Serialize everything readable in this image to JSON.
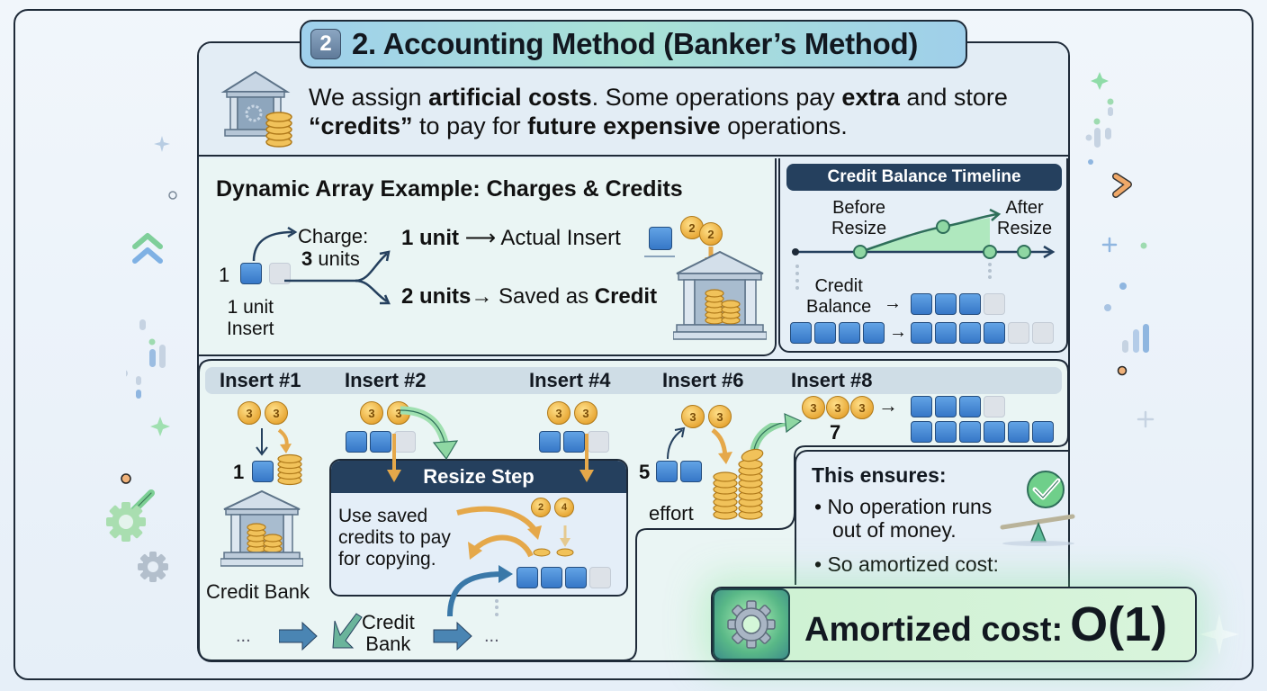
{
  "header": {
    "section_number": "2",
    "title": "2. Accounting Method (Banker’s Method)"
  },
  "intro": {
    "line1_pre": "We assign ",
    "line1_bold1": "artificial costs",
    "line1_mid": ". Some operations pay ",
    "line1_bold2": "extra",
    "line1_post": " and store",
    "line2_bold1": "“credits”",
    "line2_mid": " to pay for ",
    "line2_bold2": "future expensive",
    "line2_post": " operations."
  },
  "example": {
    "title": "Dynamic Array Example: Charges & Credits",
    "index_label": "1",
    "insert_caption_line1": "1 unit",
    "insert_caption_line2": "Insert",
    "charge_label": "Charge:",
    "charge_amount_bold": "3",
    "charge_amount_rest": " units",
    "branch1_amount": "1 unit",
    "branch1_arrow": "⟶",
    "branch1_desc": "Actual Insert",
    "branch2_amount": "2 units",
    "branch2_arrow": "→",
    "branch2_desc_pre": "Saved as ",
    "branch2_desc_bold": "Credit",
    "bank_coins": [
      "2",
      "2"
    ]
  },
  "timeline": {
    "title": "Credit Balance Timeline",
    "before_label_line1": "Before",
    "before_label_line2": "Resize",
    "after_label_line1": "After",
    "after_label_line2": "Resize",
    "credit_label_line1": "Credit",
    "credit_label_line2": "Balance",
    "arrow": "→",
    "row1_filled": 3,
    "row1_empty": 1,
    "row2_left_filled": 4,
    "row2_right_filled": 4,
    "row2_right_empty": 2
  },
  "steps": {
    "inserts": [
      {
        "label": "Insert #1",
        "coins": [
          "3",
          "3"
        ]
      },
      {
        "label": "Insert #2",
        "coins": [
          "3",
          "3"
        ]
      },
      {
        "label": "Insert #4",
        "coins": [
          "3",
          "3"
        ]
      },
      {
        "label": "Insert #6",
        "coins": [
          "3",
          "3"
        ]
      },
      {
        "label": "Insert #8",
        "coins": [
          "3",
          "3",
          "3"
        ]
      }
    ],
    "insert1_index": "1",
    "credit_bank_label": "Credit Bank",
    "resize": {
      "title": "Resize Step",
      "text_line1": "Use saved",
      "text_line2": "credits to pay",
      "text_line3": "for copying.",
      "coins": [
        "2",
        "4"
      ]
    },
    "insert6_index": "5",
    "insert6_caption": "effort",
    "insert8_index": "7",
    "flow_start": "...",
    "flow_mid_line1": "Credit",
    "flow_mid_line2": "Bank",
    "flow_end": "..."
  },
  "ensures": {
    "title": "This ensures:",
    "bullets": [
      {
        "line1": "No operation runs",
        "line2": "out of money."
      },
      {
        "line1": "So amortized cost:"
      }
    ]
  },
  "result": {
    "label": "Amortized cost:",
    "value": "O(1)"
  },
  "colors": {
    "frame": "#1e2a38",
    "header_dark": "#25405e",
    "cell_blue": "#3677c7",
    "coin_gold": "#e8a938",
    "accent_green": "#5bbf7f",
    "result_bg": "#cdf1d2"
  }
}
